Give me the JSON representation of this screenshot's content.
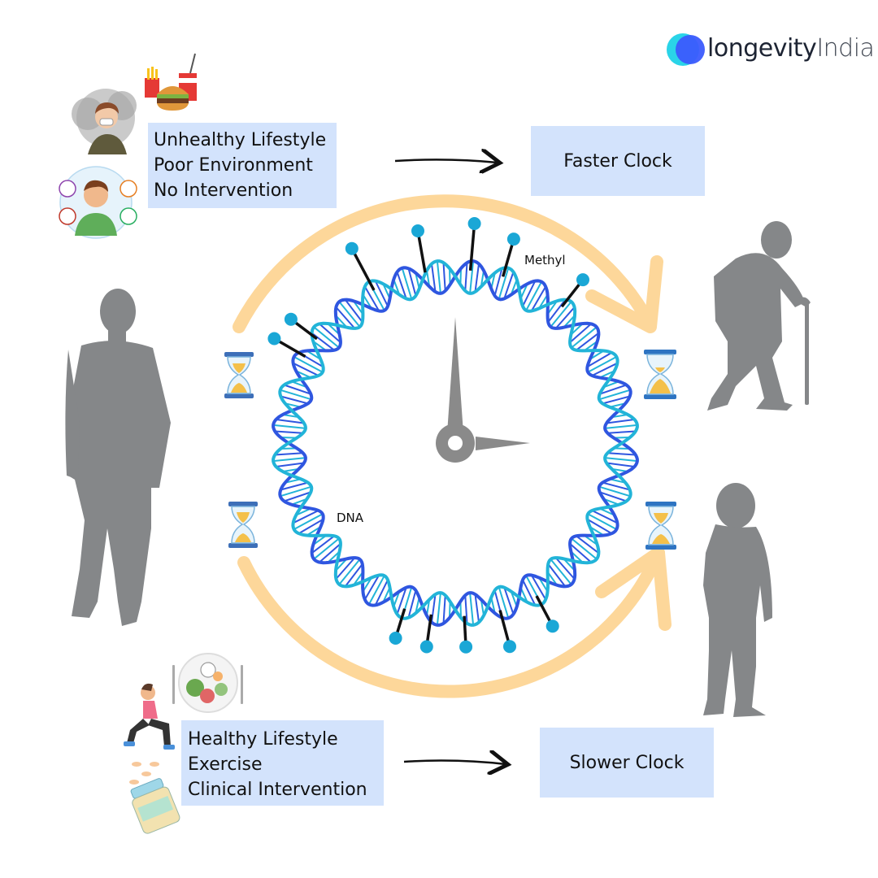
{
  "brand": {
    "name_part1": "longevity",
    "name_part2": "India",
    "logo_colors": [
      "#3b5bfd",
      "#2ad4e8"
    ]
  },
  "top_factors": {
    "lines": [
      "Unhealthy Lifestyle",
      "Poor Environment",
      "No Intervention"
    ],
    "icons": [
      "polluted-air-person-icon",
      "fast-food-icon",
      "sick-person-germs-icon"
    ]
  },
  "bottom_factors": {
    "lines": [
      "Healthy Lifestyle",
      "Exercise",
      "Clinical Intervention"
    ],
    "icons": [
      "healthy-plate-icon",
      "exercising-woman-icon",
      "vitamin-bottle-icon"
    ]
  },
  "outcomes": {
    "faster": "Faster Clock",
    "slower": "Slower Clock"
  },
  "labels": {
    "methyl": "Methyl",
    "dna": "DNA"
  },
  "colors": {
    "box_fill": "#d3e3fc",
    "arc": "#fdd79a",
    "silhouette": "#858789",
    "dna_dark": "#2f56e0",
    "dna_light": "#22b4d8",
    "methyl_dot": "#1aa7d6"
  }
}
